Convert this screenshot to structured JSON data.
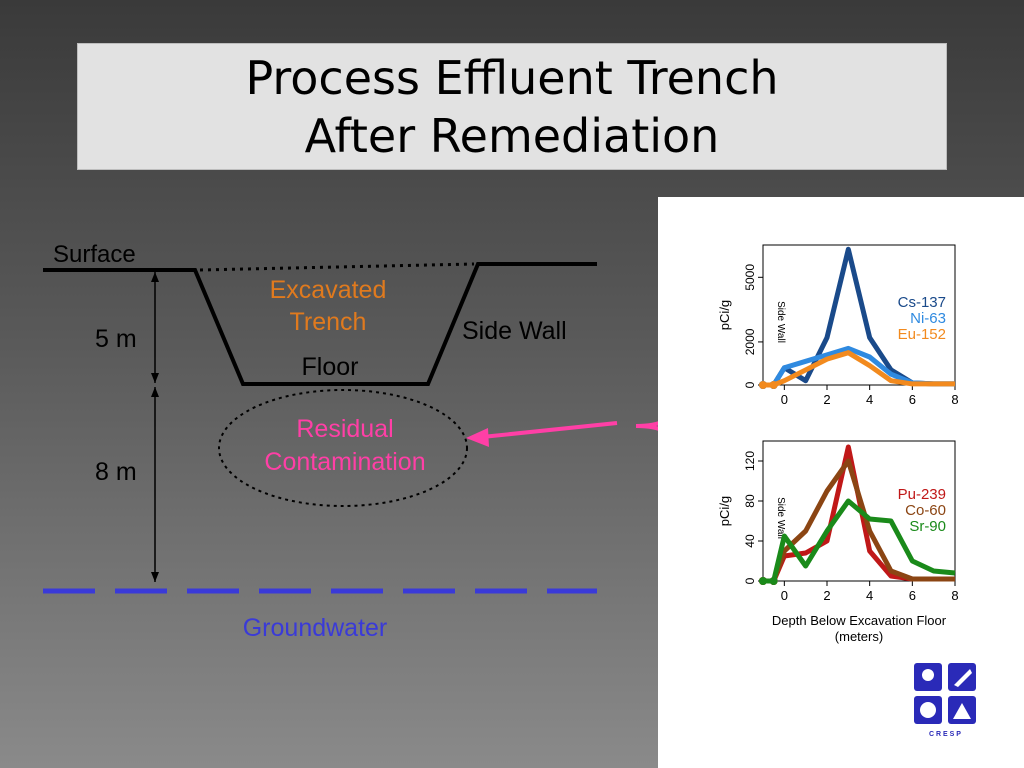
{
  "slide": {
    "title_line1": "Process Effluent Trench",
    "title_line2": "After Remediation"
  },
  "diagram": {
    "surface_label": "Surface",
    "excavated_line1": "Excavated",
    "excavated_line2": "Trench",
    "side_wall_label": "Side Wall",
    "floor_label": "Floor",
    "depth_5m": "5 m",
    "depth_8m": "8 m",
    "residual_line1": "Residual",
    "residual_line2": "Contamination",
    "groundwater_label": "Groundwater",
    "colors": {
      "excavated": "#e07a1e",
      "residual": "#ff3fa6",
      "groundwater": "#3a3ad8"
    }
  },
  "chart_data": [
    {
      "type": "line",
      "side_label": "Side Wall",
      "ylabel": "pCi/g",
      "xlabel": "",
      "xlim": [
        -1,
        8
      ],
      "ylim": [
        0,
        6500
      ],
      "x_ticks": [
        "0",
        "2",
        "4",
        "6",
        "8"
      ],
      "y_ticks": [
        "0",
        "2000",
        "5000"
      ],
      "y_tick_values": [
        0,
        2000,
        5000
      ],
      "series": [
        {
          "name": "Cs-137",
          "color": "#1a4a8a",
          "x": [
            -1,
            -0.5,
            0,
            1,
            2,
            3,
            4,
            5,
            6,
            7,
            8
          ],
          "y": [
            0,
            0,
            800,
            200,
            2200,
            6300,
            2200,
            700,
            100,
            50,
            50
          ]
        },
        {
          "name": "Ni-63",
          "color": "#2f8ae0",
          "x": [
            -1,
            -0.5,
            0,
            1,
            2,
            3,
            4,
            5,
            6,
            7,
            8
          ],
          "y": [
            0,
            0,
            800,
            1100,
            1400,
            1700,
            1300,
            500,
            100,
            50,
            50
          ]
        },
        {
          "name": "Eu-152",
          "color": "#f28a1e",
          "x": [
            -1,
            -0.5,
            0,
            1,
            2,
            3,
            4,
            5,
            6,
            7,
            8
          ],
          "y": [
            0,
            0,
            200,
            700,
            1200,
            1500,
            900,
            200,
            50,
            50,
            50
          ]
        }
      ]
    },
    {
      "type": "line",
      "side_label": "Side Wall",
      "ylabel": "pCi/g",
      "xlabel": "Depth Below Excavation Floor",
      "xlabel_line2": "(meters)",
      "xlim": [
        -1,
        8
      ],
      "ylim": [
        0,
        140
      ],
      "x_ticks": [
        "0",
        "2",
        "4",
        "6",
        "8"
      ],
      "y_ticks": [
        "0",
        "40",
        "80",
        "120"
      ],
      "y_tick_values": [
        0,
        40,
        80,
        120
      ],
      "series": [
        {
          "name": "Pu-239",
          "color": "#c01818",
          "x": [
            -1,
            -0.5,
            0,
            1,
            2,
            3,
            4,
            5,
            6,
            7,
            8
          ],
          "y": [
            0,
            0,
            25,
            28,
            40,
            134,
            30,
            5,
            2,
            2,
            2
          ]
        },
        {
          "name": "Co-60",
          "color": "#8b4513",
          "x": [
            -1,
            -0.5,
            0,
            1,
            2,
            3,
            4,
            5,
            6,
            7,
            8
          ],
          "y": [
            0,
            0,
            30,
            50,
            90,
            120,
            50,
            10,
            2,
            2,
            2
          ]
        },
        {
          "name": "Sr-90",
          "color": "#1a8a1a",
          "x": [
            -1,
            -0.5,
            0,
            1,
            2,
            3,
            4,
            5,
            6,
            7,
            8
          ],
          "y": [
            0,
            0,
            45,
            15,
            50,
            80,
            62,
            60,
            20,
            10,
            8
          ]
        }
      ]
    }
  ],
  "logo": {
    "name": "cresp-logo-icon",
    "text": "C R E S P",
    "color": "#2a2ab8"
  }
}
